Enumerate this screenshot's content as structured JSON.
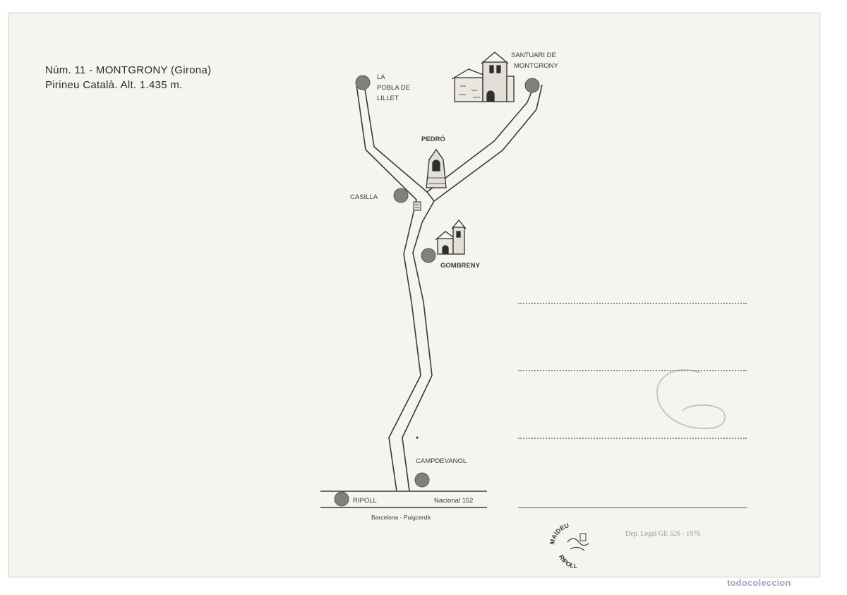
{
  "header": {
    "line1": "Núm. 11 - MONTGRONY (Girona)",
    "line2": "Pirineu Català. Alt. 1.435 m."
  },
  "map": {
    "places": {
      "la_pobla_line1": "LA",
      "la_pobla_line2": "POBLA DE",
      "la_pobla_line3": "LILLET",
      "santuari_line1": "SANTUARI DE",
      "santuari_line2": "MONTGRONY",
      "pedro": "PEDRÓ",
      "casilla": "CASILLA",
      "gombreny": "GOMBRENY",
      "campdevanol": "CAMPDEVANOL",
      "ripoll": "RIPOLL"
    },
    "road_label": "Nacional 152",
    "road_route": "Barcelona - Puigcerdà"
  },
  "publisher": {
    "logo_top": "MAIDEU",
    "logo_bottom": "RIPOLL"
  },
  "legal": "Dep. Legal GE 526 - 1976",
  "watermark": "todocoleccion",
  "colors": {
    "paper": "#f6f4ee",
    "ink": "#3a3a3a",
    "dot": "#808080"
  }
}
